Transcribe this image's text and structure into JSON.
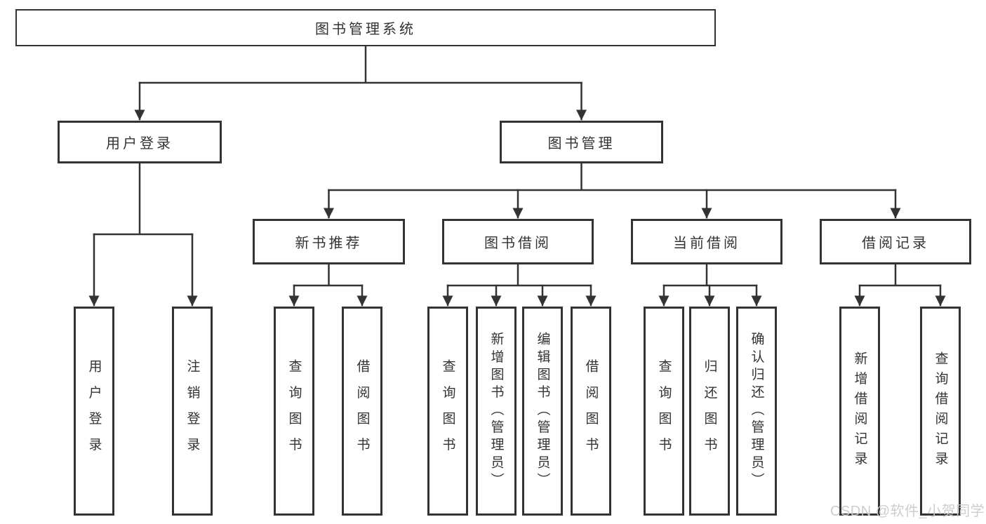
{
  "colors": {
    "line": "#333333",
    "box_border": "#333333",
    "text": "#333333",
    "background": "#ffffff",
    "watermark": "#cbcbcb"
  },
  "root": {
    "label": "图书管理系统"
  },
  "branches": [
    {
      "label": "用户登录"
    },
    {
      "label": "图书管理"
    }
  ],
  "sections": [
    {
      "label": "新书推荐"
    },
    {
      "label": "图书借阅"
    },
    {
      "label": "当前借阅"
    },
    {
      "label": "借阅记录"
    }
  ],
  "leaves": {
    "user": [
      {
        "label": "用户登录"
      },
      {
        "label": "注销登录"
      }
    ],
    "recommend": [
      {
        "label": "查询图书"
      },
      {
        "label": "借阅图书"
      }
    ],
    "borrow": [
      {
        "label": "查询图书"
      },
      {
        "label": "新增图书（管理员）"
      },
      {
        "label": "编辑图书（管理员）"
      },
      {
        "label": "借阅图书"
      }
    ],
    "current": [
      {
        "label": "查询图书"
      },
      {
        "label": "归还图书"
      },
      {
        "label": "确认归还（管理员）"
      }
    ],
    "records": [
      {
        "label": "新增借阅记录"
      },
      {
        "label": "查询借阅记录"
      }
    ]
  },
  "watermark": "CSDN @软件_小贺同学"
}
